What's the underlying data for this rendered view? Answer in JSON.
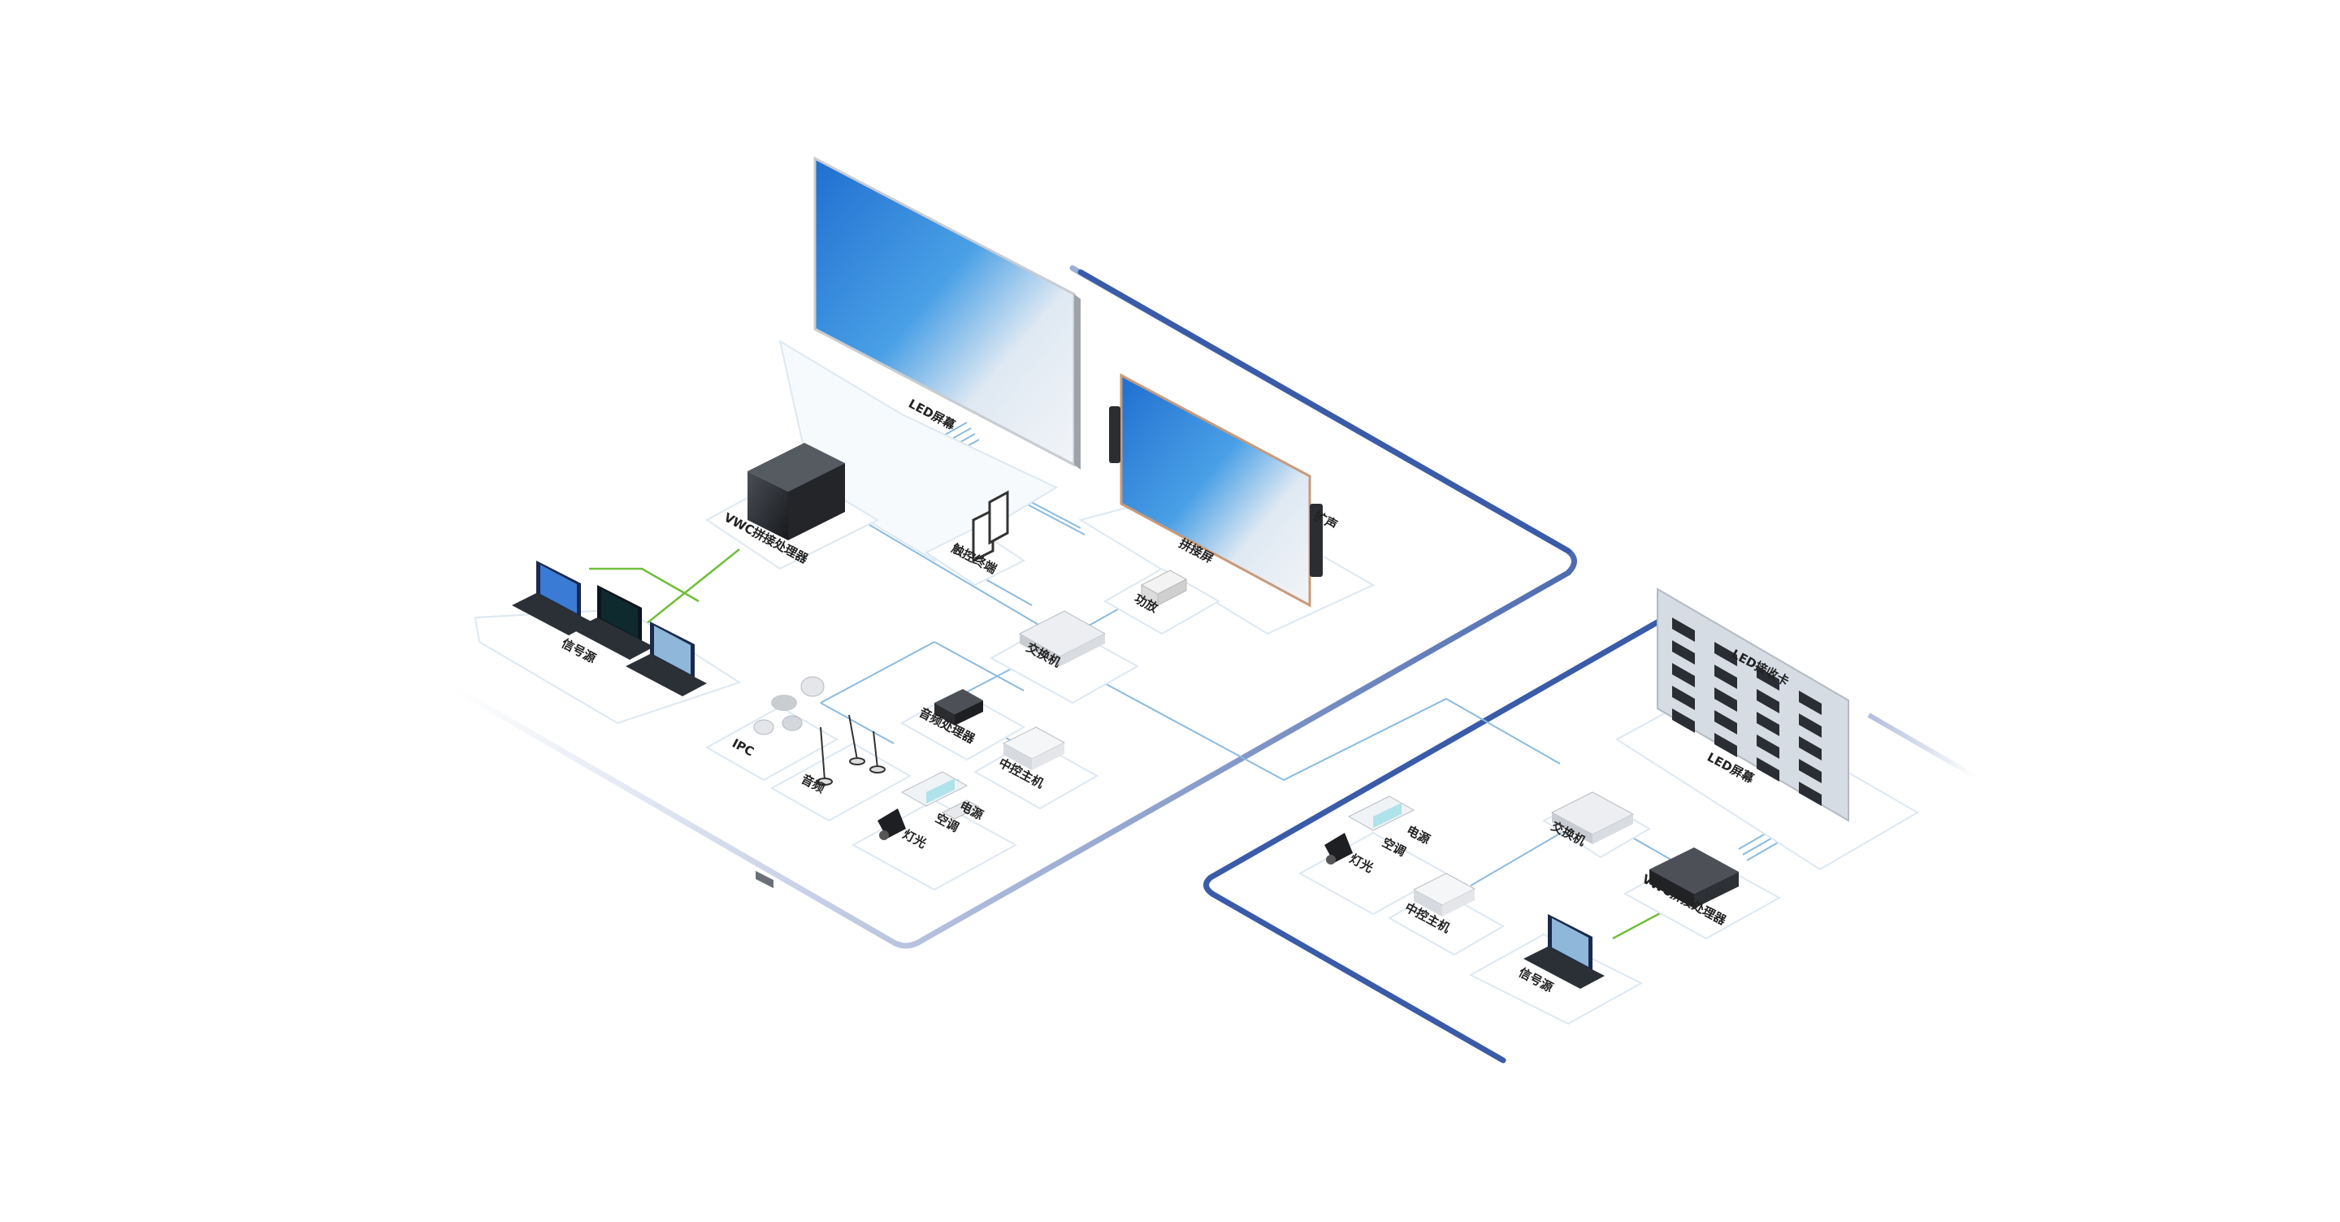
{
  "labels": {
    "led_screen_main": "LED屏幕",
    "splice_screen": "拼接屏",
    "vwc_processor_main": "VWC拼接处理器",
    "tablet_control": "触控终端",
    "speaker": "扩声",
    "projector": "功放",
    "switch_main": "交换机",
    "signal_source_main": "信号源",
    "ipc": "IPC",
    "microphone": "音频",
    "audio_processor": "音频处理器",
    "central_host_main": "中控主机",
    "light_main": "灯光",
    "ac_main": "空调",
    "power_main": "电源",
    "led_receiver_card": "LED接收卡",
    "led_screen_remote": "LED屏幕",
    "switch_remote": "交换机",
    "vwc_processor_remote": "VWC拼接处理器",
    "light_remote": "灯光",
    "ac_remote": "空调",
    "power_remote": "电源",
    "central_host_remote": "中控主机",
    "signal_source_remote": "信号源"
  },
  "colors": {
    "zone_border": "#3a5ba8",
    "platform": "#ffffff",
    "line_blue": "#7fb3d9",
    "line_green": "#6fbf3a",
    "sky_top": "#2f86d8",
    "sky_bottom": "#f2f5f8"
  }
}
